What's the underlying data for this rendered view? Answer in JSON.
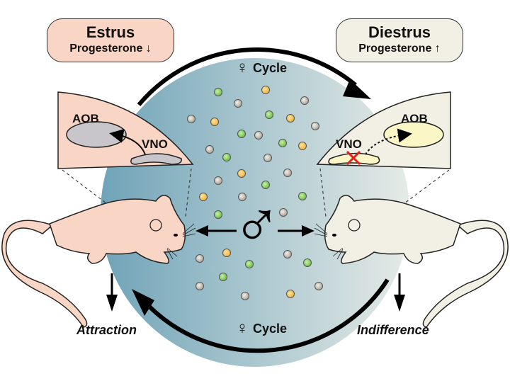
{
  "states": {
    "estrus": {
      "title": "Estrus",
      "hormone": "Progesterone",
      "hormone_direction": "↓",
      "fill": "#f9d5c5",
      "vno_label": "VNO",
      "aob_label": "AOB",
      "outcome": "Attraction",
      "signal_blocked": false
    },
    "diestrus": {
      "title": "Diestrus",
      "hormone": "Progesterone",
      "hormone_direction": "↑",
      "fill": "#f2efe5",
      "vno_label": "VNO",
      "aob_label": "AOB",
      "outcome": "Indifference",
      "signal_blocked": true
    }
  },
  "cycle": {
    "symbol": "♀",
    "label": "Cycle"
  },
  "center": {
    "symbol": "♂"
  },
  "colors": {
    "circle_left": "#6fa3b8",
    "circle_right": "#e6ebe6",
    "dot_green": "#7bc95a",
    "dot_yellow": "#f4bf4f",
    "dot_gray": "#c8c3b8",
    "block_mark": "#e02020"
  }
}
